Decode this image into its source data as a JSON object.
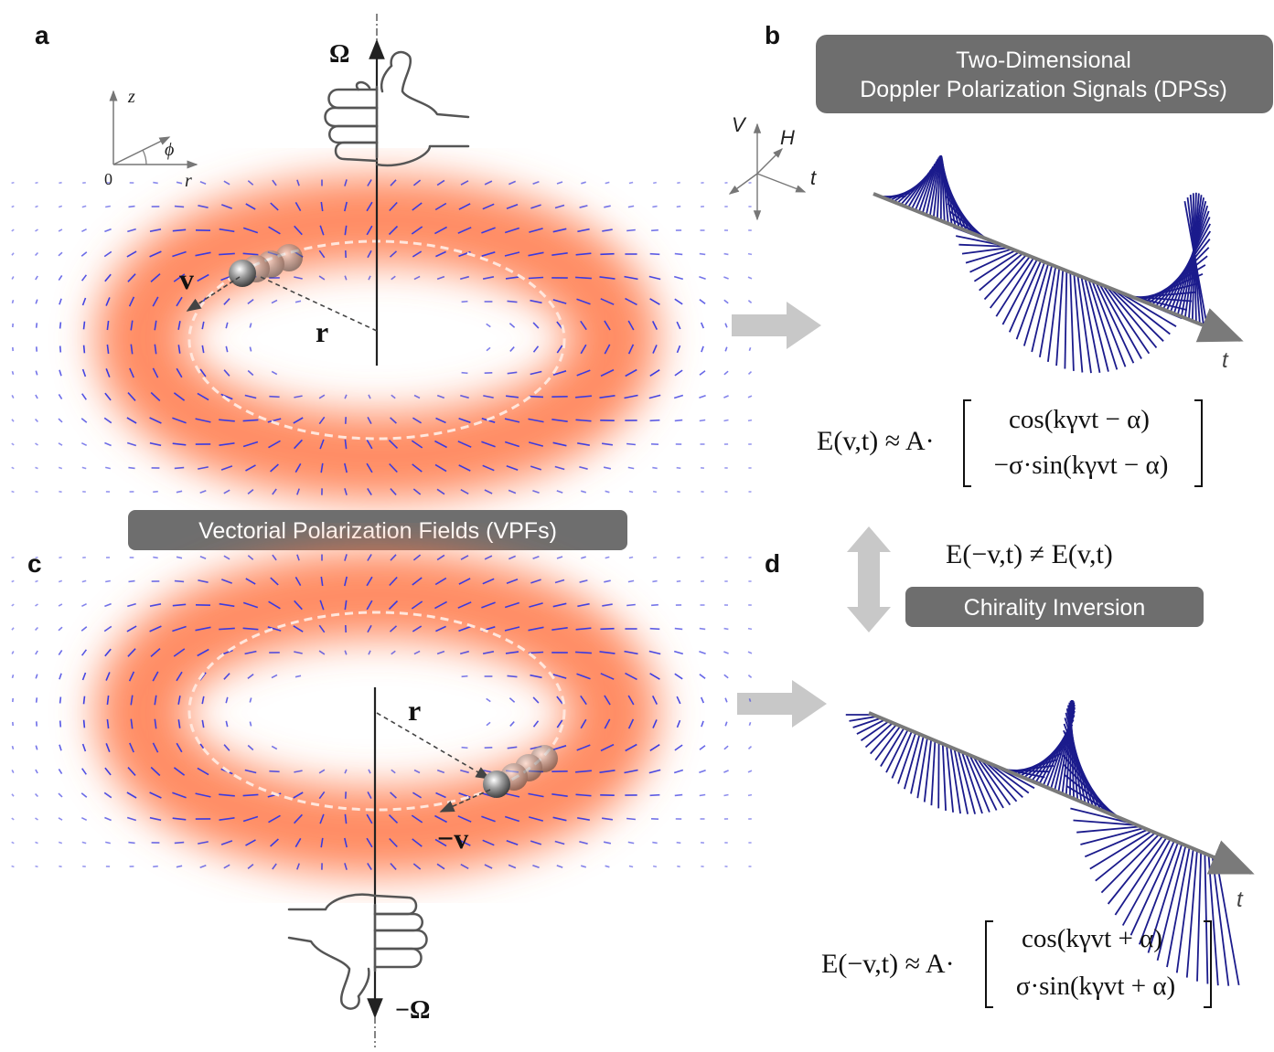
{
  "panels": {
    "a": "a",
    "b": "b",
    "c": "c",
    "d": "d"
  },
  "labels": {
    "b_title_line1": "Two-Dimensional",
    "b_title_line2": "Doppler Polarization Signals (DPSs)",
    "vpf_banner": "Vectorial Polarization Fields (VPFs)",
    "chirality_banner": "Chirality Inversion"
  },
  "symbols": {
    "omega_up": "Ω",
    "omega_down": "−Ω",
    "v_top": "v",
    "v_bottom": "−v",
    "r_top": "r",
    "r_bottom": "r",
    "coord_z": "z",
    "coord_phi": "ϕ",
    "coord_r": "r",
    "coord_origin": "0",
    "hvt_V": "V",
    "hvt_H": "H",
    "hvt_t": "t",
    "t_axis_top": "t",
    "t_axis_bottom": "t"
  },
  "equations": {
    "eq_top_lhs": "E(v,t) ≈ A·",
    "eq_top_row1": "cos(kγvt − α)",
    "eq_top_row2": "−σ·sin(kγvt − α)",
    "eq_mid": "E(−v,t) ≠ E(v,t)",
    "eq_bot_lhs": "E(−v,t) ≈ A·",
    "eq_bot_row1": "cos(kγvt + α)",
    "eq_bot_row2": "σ·sin(kγvt + α)"
  },
  "colors": {
    "banner": "#6e6e6e",
    "field_glow": "#ff7a50",
    "field_vectors": "#3a3ae0",
    "signal_vectors": "#1b1b8c",
    "arrow_grey": "#c8c8c8"
  }
}
